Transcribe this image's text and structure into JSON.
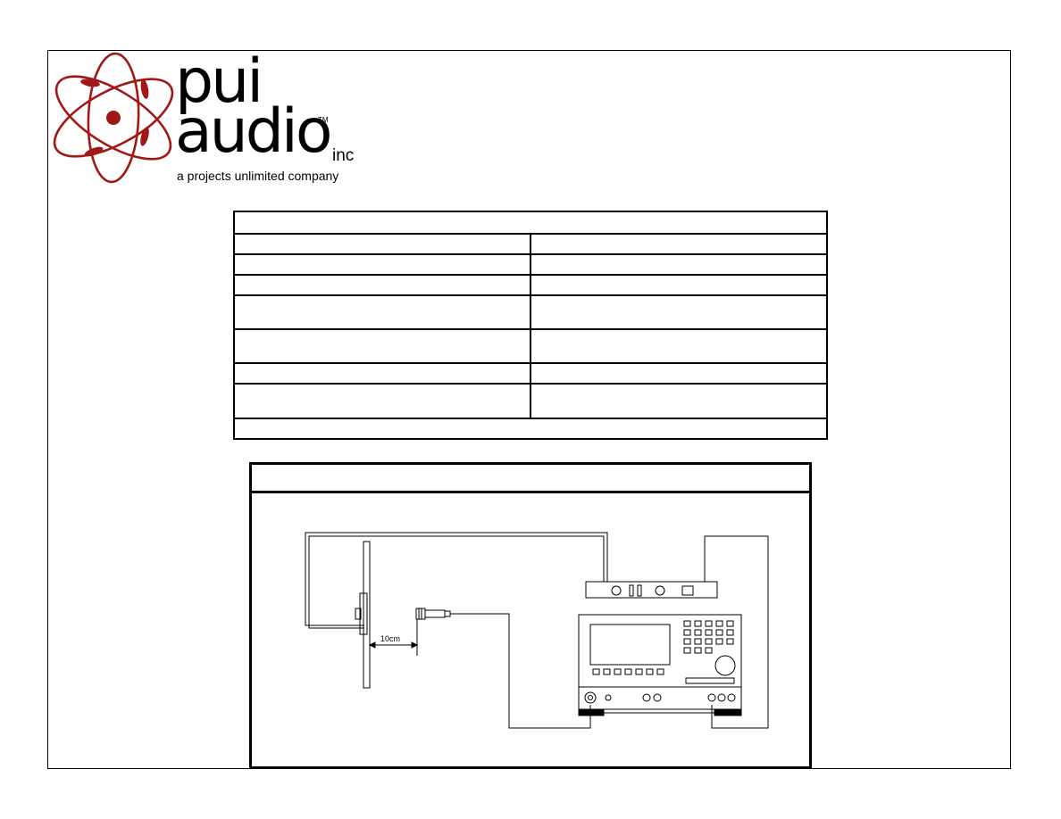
{
  "logo": {
    "word_line1": "pui",
    "word_line2": "audio",
    "trademark": "TM",
    "suffix": "inc",
    "tagline": "a projects unlimited company",
    "brand_color": "#a11916"
  },
  "spec_table": {
    "title": "",
    "rows": [
      {
        "label": "",
        "value": ""
      },
      {
        "label": "",
        "value": ""
      },
      {
        "label": "",
        "value": ""
      },
      {
        "label": "",
        "value": ""
      },
      {
        "label": "",
        "value": ""
      },
      {
        "label": "",
        "value": ""
      },
      {
        "label": "",
        "value": ""
      }
    ],
    "footer": ""
  },
  "test_setup": {
    "title": "",
    "distance_label": "10cm"
  }
}
